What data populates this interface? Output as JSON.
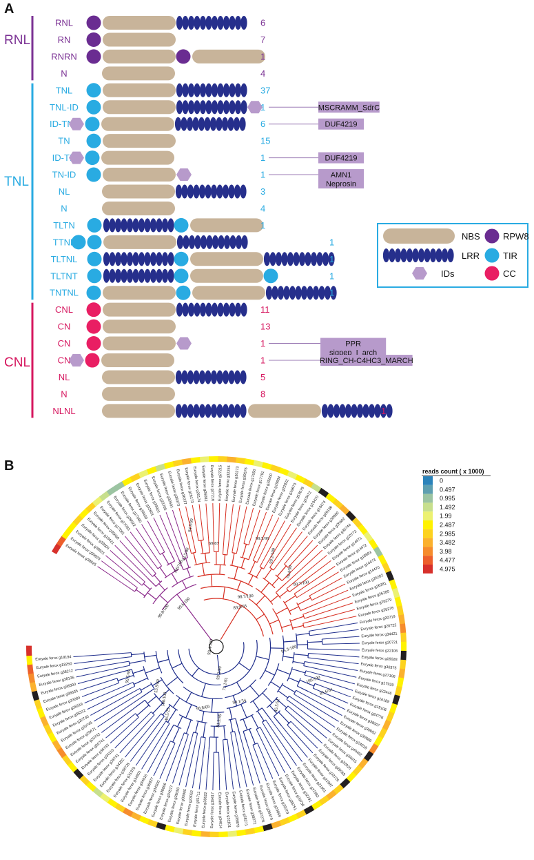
{
  "panel_a_letter": "A",
  "panel_b_letter": "B",
  "groups": [
    {
      "label": "RNL",
      "color": "#7b3294"
    },
    {
      "label": "TNL",
      "color": "#29abe2"
    },
    {
      "label": "CNL",
      "color": "#d6175f"
    }
  ],
  "rows": [
    {
      "label": "RNL",
      "group": 0,
      "count": "6",
      "parts": [
        "RPW8",
        "NBS",
        "LRR"
      ],
      "ids": []
    },
    {
      "label": "RN",
      "group": 0,
      "count": "7",
      "parts": [
        "RPW8",
        "NBS"
      ],
      "ids": []
    },
    {
      "label": "RNRN",
      "group": 0,
      "count": "1",
      "parts": [
        "RPW8",
        "NBS",
        "RPW8",
        "NBS"
      ],
      "ids": []
    },
    {
      "label": "N",
      "group": 0,
      "count": "4",
      "parts": [
        "NBS"
      ],
      "ids": []
    },
    {
      "label": "TNL",
      "group": 1,
      "count": "37",
      "parts": [
        "TIR",
        "NBS",
        "LRR"
      ],
      "ids": []
    },
    {
      "label": "TNL-ID",
      "group": 1,
      "count": "1",
      "parts": [
        "TIR",
        "NBS",
        "LRR",
        "ID"
      ],
      "ids": [
        "MSCRAMM_SdrC"
      ]
    },
    {
      "label": "ID-TNL",
      "group": 1,
      "count": "6",
      "parts": [
        "ID",
        "TIR",
        "NBS",
        "LRR"
      ],
      "ids": [
        "DUF4219"
      ]
    },
    {
      "label": "TN",
      "group": 1,
      "count": "15",
      "parts": [
        "TIR",
        "NBS"
      ],
      "ids": []
    },
    {
      "label": "ID-TN",
      "group": 1,
      "count": "1",
      "parts": [
        "ID",
        "TIR",
        "NBS"
      ],
      "ids": [
        "DUF4219"
      ]
    },
    {
      "label": "TN-ID",
      "group": 1,
      "count": "1",
      "parts": [
        "TIR",
        "NBS",
        "ID"
      ],
      "ids": [
        "AMN1",
        "Neprosin"
      ]
    },
    {
      "label": "NL",
      "group": 1,
      "count": "3",
      "parts": [
        "NBS",
        "LRR"
      ],
      "ids": []
    },
    {
      "label": "N",
      "group": 1,
      "count": "4",
      "parts": [
        "NBS"
      ],
      "ids": []
    },
    {
      "label": "TLTN",
      "group": 1,
      "count": "1",
      "parts": [
        "TIR",
        "LRR",
        "TIR",
        "NBS"
      ],
      "ids": []
    },
    {
      "label": "TTNL",
      "group": 1,
      "count": "1",
      "parts": [
        "TIR",
        "TIR",
        "NBS",
        "LRR"
      ],
      "ids": []
    },
    {
      "label": "TLTNL",
      "group": 1,
      "count": "1",
      "parts": [
        "TIR",
        "LRR",
        "TIR",
        "NBS",
        "LRR"
      ],
      "ids": []
    },
    {
      "label": "TLTNT",
      "group": 1,
      "count": "1",
      "parts": [
        "TIR",
        "LRR",
        "TIR",
        "NBS",
        "TIR"
      ],
      "ids": []
    },
    {
      "label": "TNTNL",
      "group": 1,
      "count": "1",
      "parts": [
        "TIR",
        "NBS",
        "TIR",
        "NBS",
        "LRR"
      ],
      "ids": []
    },
    {
      "label": "CNL",
      "group": 2,
      "count": "11",
      "parts": [
        "CC",
        "NBS",
        "LRR"
      ],
      "ids": []
    },
    {
      "label": "CN",
      "group": 2,
      "count": "13",
      "parts": [
        "CC",
        "NBS"
      ],
      "ids": []
    },
    {
      "label": "CN",
      "group": 2,
      "count": "1",
      "parts": [
        "CC",
        "NBS",
        "ID"
      ],
      "ids": [
        "PPR",
        "sigpep_I_arch"
      ]
    },
    {
      "label": "CN",
      "group": 2,
      "count": "1",
      "parts": [
        "ID",
        "CC",
        "NBS"
      ],
      "ids": [
        "RING_CH-C4HC3_MARCH"
      ]
    },
    {
      "label": "NL",
      "group": 2,
      "count": "5",
      "parts": [
        "NBS",
        "LRR"
      ],
      "ids": []
    },
    {
      "label": "N",
      "group": 2,
      "count": "8",
      "parts": [
        "NBS"
      ],
      "ids": []
    },
    {
      "label": "NLNL",
      "group": 2,
      "count": "1",
      "parts": [
        "NBS",
        "LRR",
        "NBS",
        "LRR"
      ],
      "ids": []
    }
  ],
  "legend": [
    {
      "shape": "NBS",
      "label": "NBS"
    },
    {
      "shape": "RPW8",
      "label": "RPW8"
    },
    {
      "shape": "LRR",
      "label": "LRR"
    },
    {
      "shape": "TIR",
      "label": "TIR"
    },
    {
      "shape": "ID",
      "label": "IDs"
    },
    {
      "shape": "CC",
      "label": "CC"
    }
  ],
  "colors": {
    "NBS": "#c8b49a",
    "LRR": "#262f8c",
    "RPW8": "#6a2c91",
    "TIR": "#29abe2",
    "CC": "#e91e63",
    "ID": "#b79acb",
    "idbox": "#b79acb",
    "clade_purple": "#8b2a8b",
    "clade_red": "#d62d20",
    "clade_blue": "#1f2e8c"
  },
  "color_scale": {
    "title": "reads count ( x 1000)",
    "labels": [
      "0",
      "0.497",
      "0.995",
      "1.492",
      "1.99",
      "2.487",
      "2.985",
      "3.482",
      "3.98",
      "4.477",
      "4.975"
    ],
    "colors": [
      "#2b83ba",
      "#5e9fb0",
      "#9cc4a2",
      "#c7df8d",
      "#ecf171",
      "#fff200",
      "#fdd21f",
      "#fbb12e",
      "#f68c2d",
      "#ed5f2c",
      "#d7302b"
    ]
  },
  "tree": {
    "leaves_purple": [
      "Euryale ferox g39925",
      "Euryale ferox g39923",
      "Euryale ferox g39921",
      "Euryale ferox g33605",
      "Euryale ferox g19421",
      "Euryale ferox g35660",
      "Euryale ferox g17081",
      "Euryale ferox g17093",
      "Euryale ferox g39922",
      "Euryale ferox g17080",
      "Euryale ferox g39420",
      "Euryale ferox g32601",
      "Euryale ferox g39921",
      "Euryale ferox g23705",
      "Euryale ferox g32601"
    ],
    "leaves_red": [
      "Euryale ferox g36373",
      "Euryale ferox g36377",
      "Euryale ferox g26173",
      "Euryale ferox g26174",
      "Euryale ferox g26082",
      "Euryale ferox g27216",
      "Euryale ferox g27215",
      "Euryale ferox g32256",
      "Euryale ferox g30273",
      "Euryale ferox g39576",
      "Euryale ferox g17650",
      "Euryale ferox g17791",
      "Euryale ferox g35660",
      "Euryale ferox g19664",
      "Euryale ferox g22932",
      "Euryale ferox g19673",
      "Euryale ferox g19678",
      "Euryale ferox g19472",
      "Euryale ferox g19470",
      "Euryale ferox g18474",
      "Euryale ferox g26136",
      "Euryale ferox g30950",
      "Euryale ferox g26602",
      "Euryale ferox g35744",
      "Euryale ferox g20772",
      "Euryale ferox g14471",
      "Euryale ferox g14472",
      "Euryale ferox g18893",
      "Euryale ferox g14473",
      "Euryale ferox g14470",
      "Euryale ferox g26282",
      "Euryale ferox g26281",
      "Euryale ferox g26280",
      "Euryale ferox g26279",
      "Euryale ferox g26278"
    ],
    "leaves_blue": [
      "Euryale ferox g20719",
      "Euryale ferox g20722",
      "Euryale ferox g34421",
      "Euryale ferox g20721",
      "Euryale ferox g22106",
      "Euryale ferox g16028",
      "Euryale ferox g30375",
      "Euryale ferox g27106",
      "Euryale ferox g17929",
      "Euryale ferox g22446",
      "Euryale ferox g16189",
      "Euryale ferox g19106",
      "Euryale ferox g24776",
      "Euryale ferox g38007",
      "Euryale ferox g38602",
      "Euryale ferox g30686",
      "Euryale ferox g24018",
      "Euryale ferox g40492",
      "Euryale ferox g34015",
      "Euryale ferox g32926",
      "Euryale ferox g25068",
      "Euryale ferox g33726",
      "Euryale ferox g21987",
      "Euryale ferox g21991",
      "Euryale ferox g37382",
      "Euryale ferox g32791",
      "Euryale ferox g20736",
      "Euryale ferox g38751",
      "Euryale ferox g25079",
      "Euryale ferox g23059",
      "Euryale ferox g36679",
      "Euryale ferox g37276",
      "Euryale ferox g38272",
      "Euryale ferox g38271",
      "Euryale ferox g35870",
      "Euryale ferox g31101",
      "Euryale ferox g34014",
      "Euryale ferox g19417",
      "Euryale ferox g38622",
      "Euryale ferox g31711",
      "Euryale ferox g23052",
      "Euryale ferox g30905",
      "Euryale ferox g39050",
      "Euryale ferox g34577",
      "Euryale ferox g30806",
      "Euryale ferox g34500",
      "Euryale ferox g36927",
      "Euryale ferox g34916",
      "Euryale ferox g34901",
      "Euryale ferox g31378",
      "Euryale ferox g38728",
      "Euryale ferox g34202",
      "Euryale ferox g38741",
      "Euryale ferox g34110",
      "Euryale ferox g36743",
      "Euryale ferox g20741",
      "Euryale ferox g20743",
      "Euryale ferox g20671",
      "Euryale ferox g20745",
      "Euryale ferox g20740",
      "Euryale ferox g38312",
      "Euryale ferox g38319",
      "Euryale ferox g33084",
      "Euryale ferox g38635",
      "Euryale ferox g38300",
      "Euryale ferox g38135",
      "Euryale ferox g38212",
      "Euryale ferox g18250",
      "Euryale ferox g18194"
    ],
    "supports": [
      "99.6/100",
      "99.8/100",
      "89.9/93",
      "100/100",
      "43.5/80",
      "84.9/99",
      "69/87",
      "99.5/99",
      "98.7/100",
      "99.1/100",
      "76.4/90",
      "99.7/100",
      "99.4/100",
      "95.3/100",
      "99.2/99",
      "71.1/61",
      "100/100",
      "85.6/61",
      "90.1/54",
      "98.8/69",
      "46.5/25",
      "55.9/80",
      "100/100",
      "99.5/99",
      "81.9/99",
      "45.5/51"
    ]
  }
}
